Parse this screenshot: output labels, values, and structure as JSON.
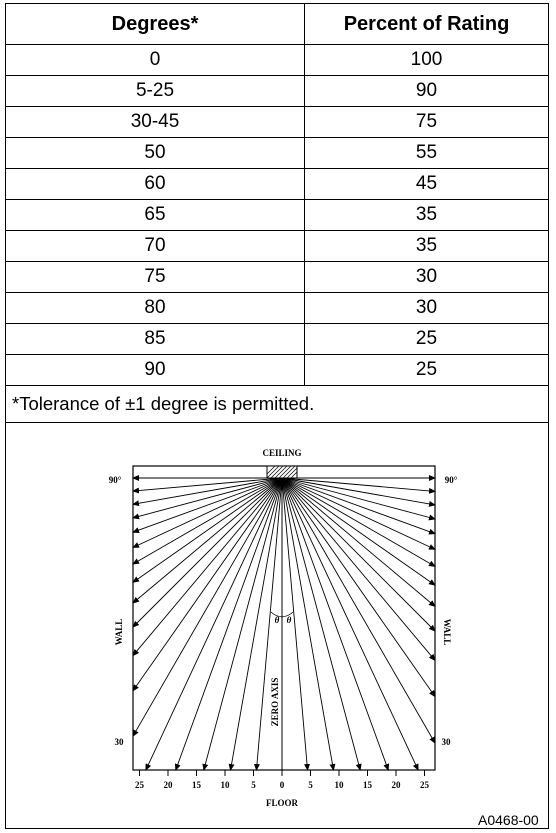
{
  "table": {
    "headers": [
      "Degrees*",
      "Percent of Rating"
    ],
    "rows": [
      [
        "0",
        "100"
      ],
      [
        "5-25",
        "90"
      ],
      [
        "30-45",
        "75"
      ],
      [
        "50",
        "55"
      ],
      [
        "60",
        "45"
      ],
      [
        "65",
        "35"
      ],
      [
        "70",
        "35"
      ],
      [
        "75",
        "30"
      ],
      [
        "80",
        "30"
      ],
      [
        "85",
        "25"
      ],
      [
        "90",
        "25"
      ]
    ],
    "footnote": "*Tolerance of ±1 degree is permitted."
  },
  "diagram": {
    "ceiling_label": "CEILING",
    "floor_label": "FLOOR",
    "wall_label": "WALL",
    "zero_axis_label": "ZERO AXIS",
    "theta_symbol": "θ",
    "angle_90_label": "90°",
    "angle_30_label": "30",
    "floor_ticks": [
      "25",
      "20",
      "15",
      "10",
      "5",
      "0",
      "5",
      "10",
      "15",
      "20",
      "25"
    ]
  },
  "figure_id": "A0468-00"
}
